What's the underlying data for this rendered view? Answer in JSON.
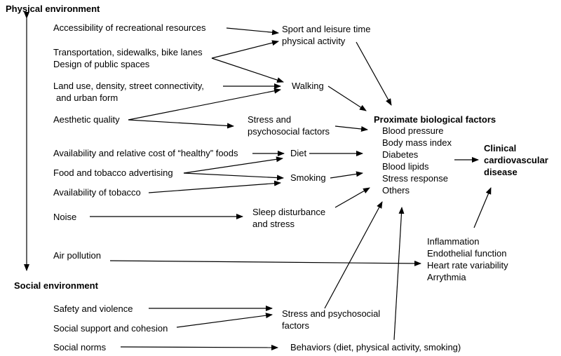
{
  "headings": {
    "physical": "Physical environment",
    "social": "Social environment"
  },
  "exposures": {
    "recreation": "Accessibility of recreational resources",
    "transport_1": "Transportation, sidewalks, bike lanes",
    "transport_2": "Design of public spaces",
    "landuse_1": "Land use, density, street connectivity,",
    "landuse_2": "and urban form",
    "aesthetic": "Aesthetic quality",
    "foods": "Availability and relative cost of “healthy” foods",
    "advertising": "Food and tobacco advertising",
    "tobacco": "Availability of tobacco",
    "noise": "Noise",
    "air": "Air pollution",
    "safety": "Safety and violence",
    "support": "Social support and cohesion",
    "norms": "Social norms"
  },
  "mediators": {
    "sport_1": "Sport and leisure time",
    "sport_2": "physical activity",
    "walking": "Walking",
    "stress_1": "Stress and",
    "stress_2": "psychosocial factors",
    "diet": "Diet",
    "smoking": "Smoking",
    "sleep_1": "Sleep disturbance",
    "sleep_2": "and stress",
    "inflam_1": "Inflammation",
    "inflam_2": "Endothelial function",
    "inflam_3": "Heart rate variability",
    "inflam_4": "Arrythmia",
    "social_stress_1": "Stress and psychosocial",
    "social_stress_2": "factors",
    "behaviors": "Behaviors (diet, physical activity, smoking)"
  },
  "proximate": {
    "title": "Proximate biological factors",
    "items": [
      "Blood pressure",
      "Body mass index",
      "Diabetes",
      "Blood lipids",
      "Stress response",
      "Others"
    ]
  },
  "outcome": {
    "line1": "Clinical",
    "line2": "cardiovascular",
    "line3": "disease"
  }
}
